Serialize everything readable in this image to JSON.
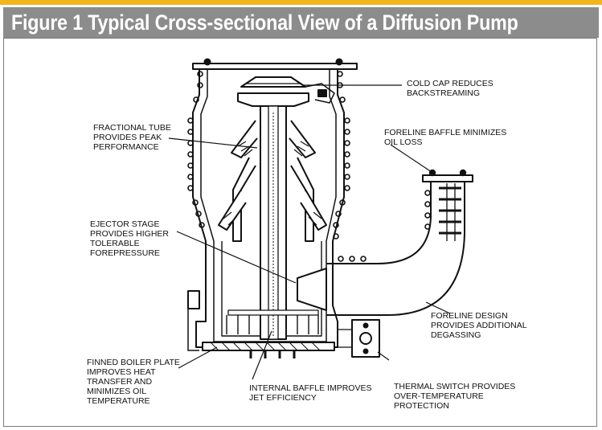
{
  "figure": {
    "title": "Figure 1  Typical Cross-sectional View of a Diffusion Pump"
  },
  "labels": {
    "cold_cap": [
      "COLD CAP REDUCES",
      "BACKSTREAMING"
    ],
    "foreline_baffle": [
      "FORELINE BAFFLE MINIMIZES",
      "OIL LOSS"
    ],
    "fractional_tube": [
      "FRACTIONAL TUBE",
      "PROVIDES PEAK",
      "PERFORMANCE"
    ],
    "ejector_stage": [
      "EJECTOR STAGE",
      "PROVIDES HIGHER",
      "TOLERABLE",
      "FOREPRESSURE"
    ],
    "foreline_design": [
      "FORELINE DESIGN",
      "PROVIDES ADDITIONAL",
      "DEGASSING"
    ],
    "finned_boiler": [
      "FINNED BOILER PLATE",
      "IMPROVES HEAT",
      "TRANSFER AND",
      "MINIMIZES OIL",
      "TEMPERATURE"
    ],
    "internal_baffle": [
      "INTERNAL BAFFLE IMPROVES",
      "JET EFFICIENCY"
    ],
    "thermal_switch": [
      "THERMAL SWITCH PROVIDES",
      "OVER-TEMPERATURE",
      "PROTECTION"
    ]
  },
  "colors": {
    "accent_line": "#f2b51c",
    "header_bg": "#8c8c8c",
    "ink": "#111111"
  }
}
